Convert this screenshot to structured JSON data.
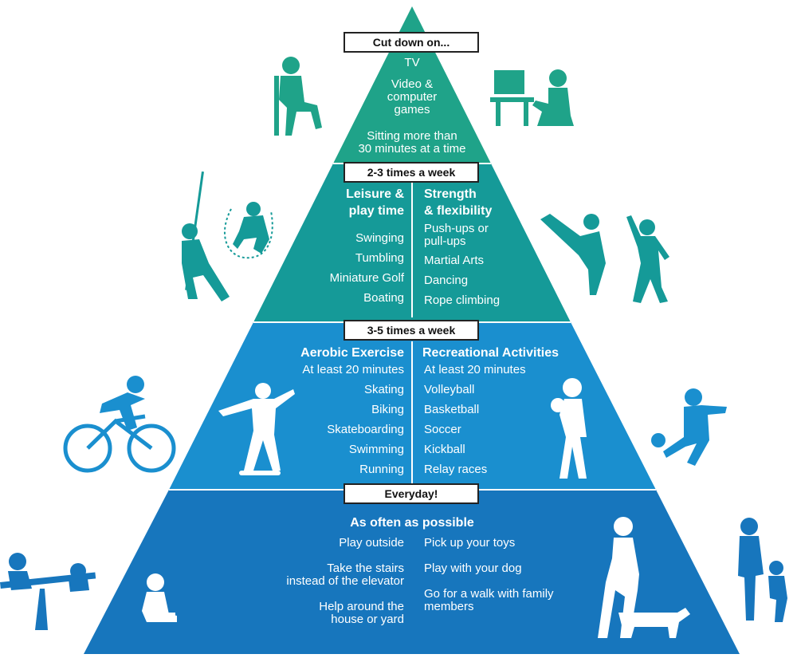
{
  "colors": {
    "tier1": "#1fa389",
    "tier2": "#159a98",
    "tier3": "#1a8fcf",
    "tier4": "#1776bd",
    "silhouette": "#ffffff"
  },
  "tiers": {
    "cut_down": {
      "label": "Cut down on...",
      "items": [
        "TV",
        "Video &",
        "computer",
        "games",
        "Sitting more than",
        "30 minutes at a time"
      ]
    },
    "two_three": {
      "label": "2-3 times a week",
      "left_heading": [
        "Leisure &",
        "play time"
      ],
      "left_items": [
        "Swinging",
        "Tumbling",
        "Miniature Golf",
        "Boating"
      ],
      "right_heading": [
        "Strength",
        "& flexibility"
      ],
      "right_items": [
        "Push-ups or",
        "pull-ups",
        "Martial Arts",
        "Dancing",
        "Rope climbing"
      ]
    },
    "three_five": {
      "label": "3-5 times a week",
      "left_heading": "Aerobic Exercise",
      "left_sub": "At least 20 minutes",
      "left_items": [
        "Skating",
        "Biking",
        "Skateboarding",
        "Swimming",
        "Running"
      ],
      "right_heading": "Recreational Activities",
      "right_sub": "At least 20 minutes",
      "right_items": [
        "Volleyball",
        "Basketball",
        "Soccer",
        "Kickball",
        "Relay races"
      ]
    },
    "everyday": {
      "label": "Everyday!",
      "heading": "As often as possible",
      "left_items": [
        "Play outside",
        "Take the stairs",
        "instead of the elevator",
        "Help around the",
        "house or yard"
      ],
      "right_items": [
        "Pick up your toys",
        "Play with your dog",
        "Go for a walk with family",
        "members"
      ]
    }
  }
}
